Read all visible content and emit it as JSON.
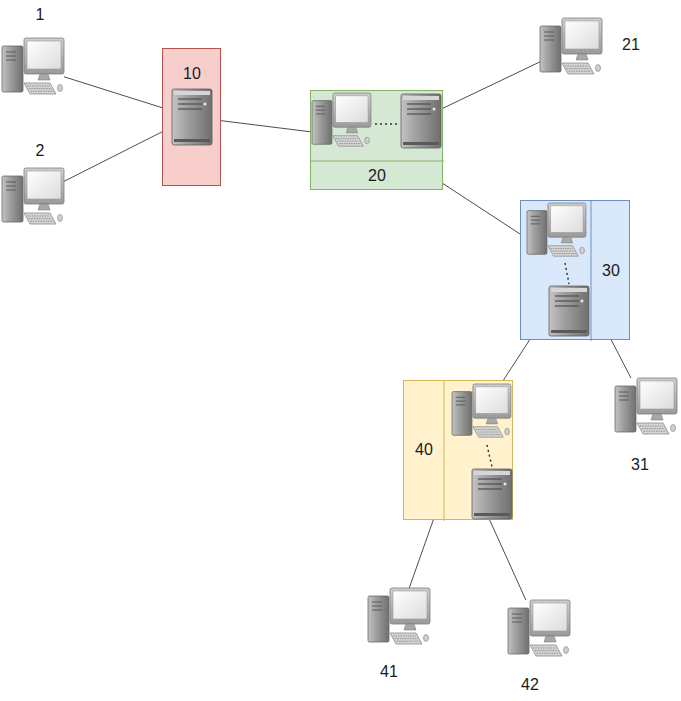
{
  "diagram": {
    "nodes": [
      {
        "text": [
          "1"
        ]
      },
      {
        "text": [
          "2"
        ]
      },
      {
        "text": [
          "10"
        ]
      },
      {
        "text": [
          "20"
        ]
      },
      {
        "text": [
          "21"
        ]
      },
      {
        "text": [
          "30"
        ]
      },
      {
        "text": [
          "31"
        ]
      },
      {
        "text": [
          "40"
        ]
      },
      {
        "text": [
          "41"
        ]
      },
      {
        "text": [
          "42"
        ]
      }
    ],
    "edges": [
      {
        "from": 0,
        "to": 2,
        "arrow": "none"
      },
      {
        "from": 1,
        "to": 2,
        "arrow": "none"
      },
      {
        "from": 2,
        "to": 3,
        "arrow": "none"
      },
      {
        "from": 3,
        "to": 4,
        "arrow": "none"
      },
      {
        "from": 3,
        "to": 5,
        "arrow": "none"
      },
      {
        "from": 5,
        "to": 6,
        "arrow": "none"
      },
      {
        "from": 5,
        "to": 7,
        "arrow": "none"
      },
      {
        "from": 7,
        "to": 8,
        "arrow": "none"
      },
      {
        "from": 7,
        "to": 9,
        "arrow": "none"
      }
    ]
  }
}
